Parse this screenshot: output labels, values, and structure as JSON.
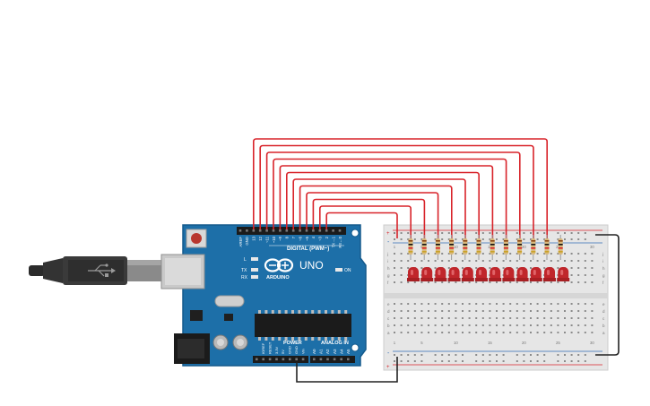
{
  "colors": {
    "background": "#ffffff",
    "board": "#1d6fa8",
    "board_edge": "#155a8c",
    "wire_red": "#d8232a",
    "wire_black": "#222222",
    "led": "#c0262b",
    "breadboard": "#e6e6e6",
    "rail_red": "#d8232a",
    "rail_blue": "#2f6cb5"
  },
  "board": {
    "brand": "ARDUINO",
    "model": "UNO",
    "digital_label": "DIGITAL (PWM~)",
    "power_label": "POWER",
    "analog_label": "ANALOG IN",
    "on_label": "ON",
    "l_label": "L",
    "tx_label": "TX",
    "rx_label": "RX",
    "digital_pins": [
      "AREF",
      "GND",
      "13",
      "12",
      "~11",
      "~10",
      "~9",
      "8",
      "7",
      "~6",
      "~5",
      "4",
      "~3",
      "2",
      "TX→1",
      "RX←0"
    ],
    "power_pins": [
      "IOREF",
      "RESET",
      "3.3V",
      "5V",
      "GND",
      "GND",
      "Vin"
    ],
    "analog_pins": [
      "A0",
      "A1",
      "A2",
      "A3",
      "A4",
      "A5"
    ]
  },
  "breadboard": {
    "row_letters_top": [
      "a",
      "b",
      "c",
      "d",
      "e"
    ],
    "row_letters_bottom": [
      "f",
      "g",
      "h",
      "i",
      "j"
    ],
    "column_labels": [
      "1",
      "5",
      "10",
      "15",
      "20",
      "25",
      "30"
    ],
    "rail_plus": "+",
    "rail_minus": "-"
  },
  "led_count": 12
}
